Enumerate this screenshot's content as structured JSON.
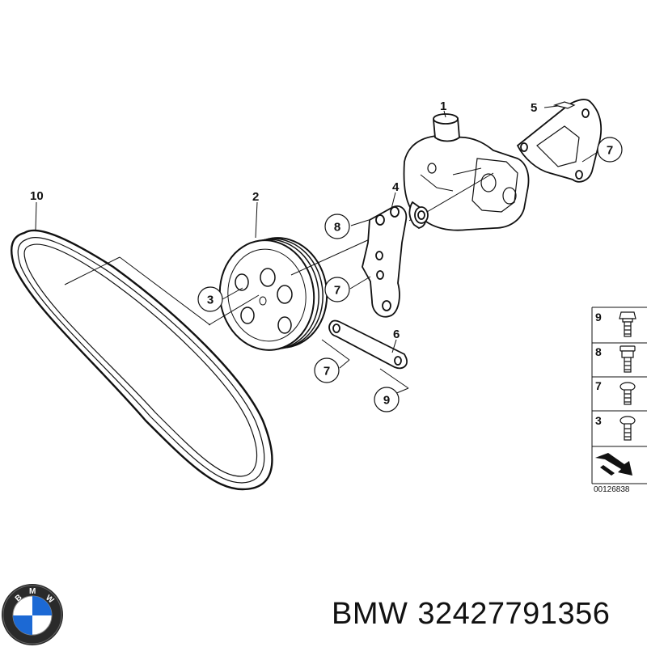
{
  "diagram": {
    "part_labels": {
      "p1": "1",
      "p2": "2",
      "p4": "4",
      "p5": "5",
      "p6": "6",
      "p10": "10",
      "c8": "8",
      "c3": "3",
      "c7a": "7",
      "c7b": "7",
      "c7c": "7",
      "c9": "9"
    },
    "legend": [
      "9",
      "8",
      "7",
      "3"
    ],
    "diagram_code": "00126838"
  },
  "caption": {
    "brand": "BMW",
    "part_number": "32427791356"
  },
  "logo": {
    "letters": [
      "B",
      "M",
      "W"
    ],
    "colors": {
      "blue": "#1c69d4",
      "white": "#ffffff",
      "ring": "#222222"
    }
  }
}
